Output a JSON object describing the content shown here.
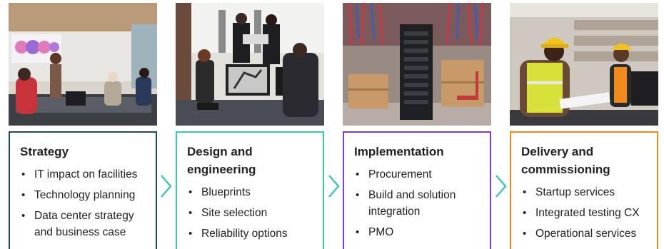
{
  "colors": {
    "strategy": "#1e4a5a",
    "design": "#3cc5b3",
    "implementation": "#7b3fc4",
    "delivery": "#f08a1f",
    "arrow": "#3cc5b3"
  },
  "phases": [
    {
      "title": "Strategy",
      "items": [
        "IT impact on facilities",
        "Technology planning",
        "Data center strategy and business case"
      ]
    },
    {
      "title": "Design and engineering",
      "items": [
        "Blueprints",
        "Site selection",
        "Reliability options"
      ]
    },
    {
      "title": "Implementation",
      "items": [
        "Procurement",
        "Build and solution integration",
        "PMO"
      ]
    },
    {
      "title": "Delivery and commissioning",
      "items": [
        "Startup services",
        "Integrated testing CX",
        "Operational services"
      ]
    }
  ]
}
